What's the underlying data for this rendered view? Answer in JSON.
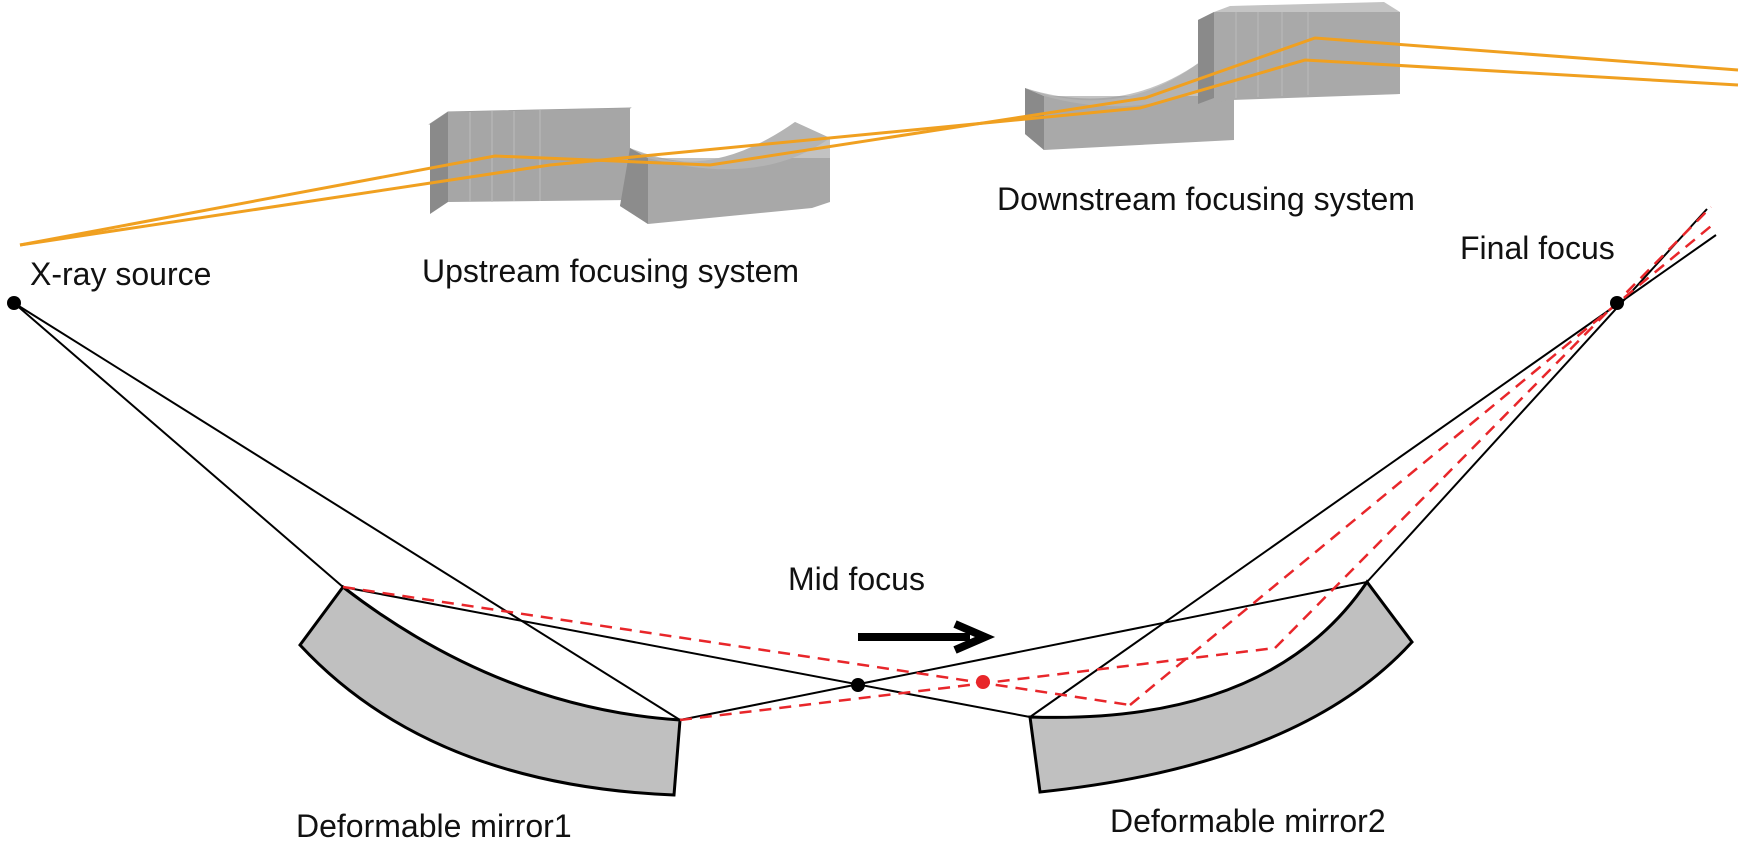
{
  "labels": {
    "xray_source": "X-ray source",
    "upstream": "Upstream focusing system",
    "downstream": "Downstream focusing system",
    "final_focus": "Final focus",
    "mid_focus": "Mid focus",
    "mirror1": "Deformable mirror1",
    "mirror2": "Deformable mirror2"
  },
  "colors": {
    "beam": "#f0a020",
    "block_front": "#a9a9a9",
    "block_side": "#8c8c8c",
    "block_top": "#c4c4c4",
    "mirror_fill": "#c0c0c0",
    "ray": "#000000",
    "shifted_ray": "#e8262a"
  }
}
